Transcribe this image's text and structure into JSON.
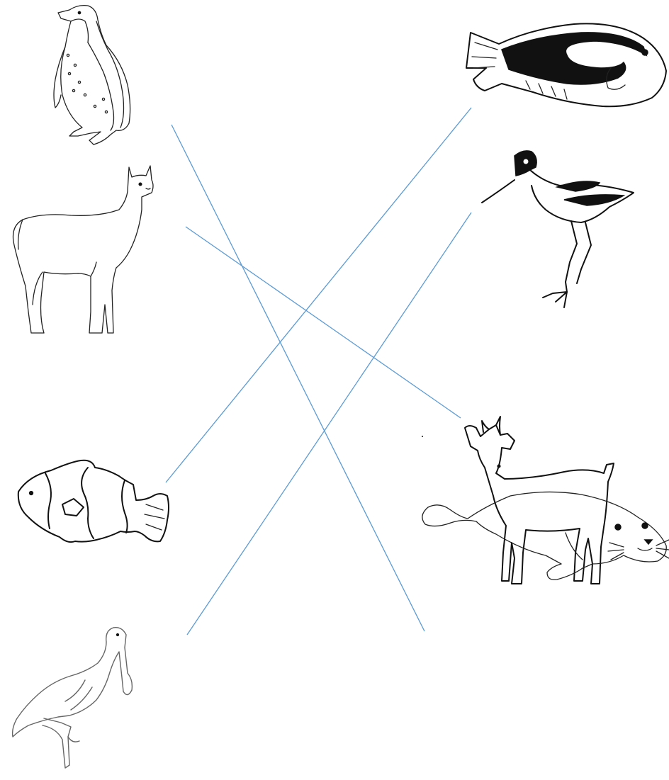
{
  "worksheet": {
    "left_animals": [
      {
        "name": "penguin",
        "icon": "penguin-icon"
      },
      {
        "name": "alpaca",
        "icon": "alpaca-icon"
      },
      {
        "name": "clownfish",
        "icon": "clownfish-icon"
      },
      {
        "name": "spoonbill",
        "icon": "spoonbill-icon"
      }
    ],
    "right_animals": [
      {
        "name": "surgeonfish",
        "icon": "surgeonfish-icon"
      },
      {
        "name": "avocet",
        "icon": "avocet-icon"
      },
      {
        "name": "goat",
        "icon": "goat-icon"
      },
      {
        "name": "seal",
        "icon": "seal-icon"
      }
    ],
    "matches": [
      {
        "from": "penguin",
        "to": "seal"
      },
      {
        "from": "alpaca",
        "to": "goat"
      },
      {
        "from": "clownfish",
        "to": "surgeonfish"
      },
      {
        "from": "spoonbill",
        "to": "avocet"
      }
    ],
    "line_color": "#5b9bd5"
  }
}
